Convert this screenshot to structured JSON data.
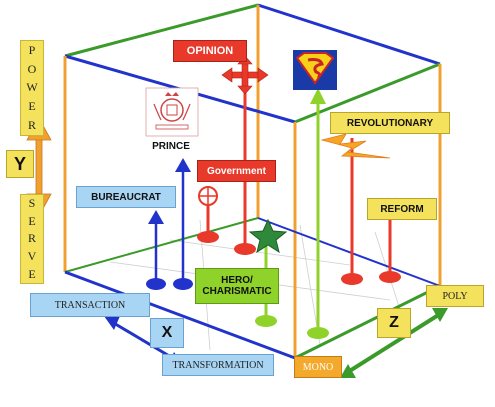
{
  "axes": {
    "y_label": "Y",
    "x_label": "X",
    "z_label": "Z",
    "y_top": [
      "P",
      "O",
      "W",
      "E",
      "R"
    ],
    "y_bottom": [
      "S",
      "E",
      "R",
      "V",
      "E"
    ],
    "x_left": "TRANSACTION",
    "x_right": "TRANSFORMATION",
    "z_left": "MONO",
    "z_right": "POLY"
  },
  "labels": {
    "opinion": "OPINION",
    "prince": "PRINCE",
    "government": "Government",
    "revolutionary": "REVOLUTIONARY",
    "reform": "REFORM",
    "bureaucrat": "BUREAUCRAT",
    "hero_line1": "HERO/",
    "hero_line2": "CHARISMATIC"
  },
  "icons": {
    "superman": "superman-shield-icon",
    "crest": "royal-crest-icon",
    "lightning": "lightning-bolt-icon",
    "star": "green-star-icon",
    "crosshair": "crosshair-icon",
    "cross_arrow": "four-way-arrow-icon"
  },
  "colors": {
    "blue": "#2233cc",
    "green": "#3a9a2a",
    "orange": "#f0a030",
    "red": "#e8392a",
    "lime": "#8fd22a",
    "yellow": "#f4e25c",
    "light_blue": "#a9d5f5"
  }
}
